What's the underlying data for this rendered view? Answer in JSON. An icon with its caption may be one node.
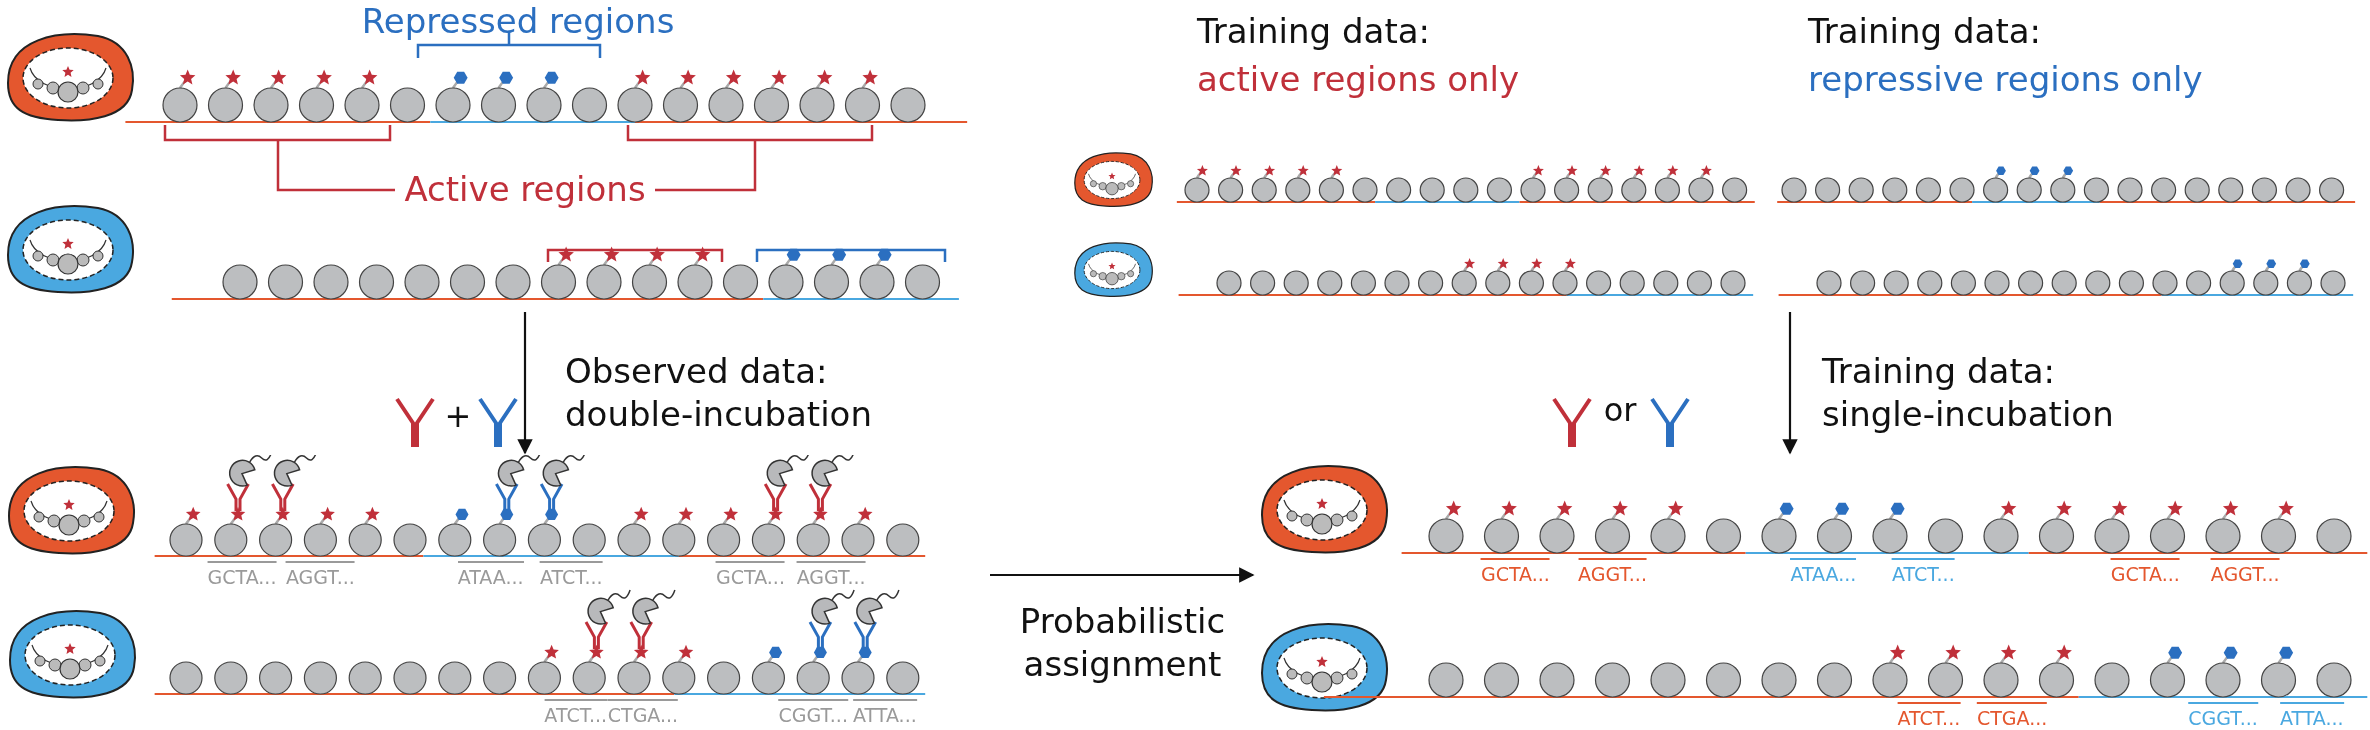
{
  "diagram": {
    "nodes": [
      {
        "text": [],
        "shape": "picture"
      },
      {
        "text": [],
        "shape": "picture"
      },
      {
        "text": [],
        "shape": "picture"
      },
      {
        "text": [],
        "shape": "picture"
      }
    ],
    "edges": [
      {
        "from": 0,
        "to": 1,
        "arrow": "to",
        "label": "Observed data: double-incubation"
      },
      {
        "from": 2,
        "to": 3,
        "arrow": "to",
        "label": "Training data: single-incubation"
      },
      {
        "from": 1,
        "to": 3,
        "arrow": "to",
        "label": "Probabilistic assignment"
      }
    ],
    "labels": [
      "Repressed regions",
      "Training data:",
      "active regions only",
      "Training data:",
      "repressive regions only",
      "Active regions",
      "+",
      "or",
      "GCTA...",
      "AGGT...",
      "ATAA...",
      "ATCT...",
      "GCTA...",
      "AGGT...",
      "ATCT...",
      "CTGA...",
      "CGGT...",
      "ATTA...",
      "GCTA...",
      "AGGT...",
      "ATAA...",
      "ATCT...",
      "GCTA...",
      "AGGT...",
      "ATCT...",
      "CTGA...",
      "CGGT...",
      "ATTA..."
    ]
  }
}
